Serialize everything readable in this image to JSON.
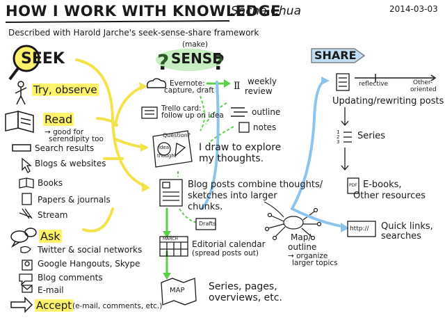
{
  "header": {
    "title": "HOW I WORK WITH KNOWLEDGE",
    "author": "Sacha Chua",
    "date": "2014-03-03",
    "subtitle": "Described with Harold Jarche's seek-sense-share framework"
  },
  "seek": {
    "heading": "SEEK",
    "try_observe": "Try, observe",
    "read": {
      "label": "Read",
      "note_1": "→ good for",
      "note_2": "serendipity too",
      "items": [
        "Search results",
        "Blogs & websites",
        "Books",
        "Papers & journals",
        "Stream"
      ]
    },
    "ask": {
      "label": "Ask",
      "items": [
        "Twitter & social networks",
        "Google Hangouts, Skype",
        "Blog comments",
        "E-mail"
      ]
    },
    "accept": {
      "label": "Accept",
      "note": "(e-mail, comments, etc.)"
    }
  },
  "sense": {
    "prefix": "(make)",
    "heading": "SENSE",
    "evernote_1": "Evernote:",
    "evernote_2": "capture, draft",
    "weekly_1": "weekly",
    "weekly_2": "review",
    "trello_1": "Trello card:",
    "trello_2": "follow up on idea",
    "outline": "outline",
    "notes": "notes",
    "question_1": "Question?",
    "question_2": "idea",
    "question_3": "thought",
    "draw_1": "I draw to explore",
    "draw_2": "my thoughts.",
    "blog_1": "Blog posts combine thoughts/",
    "blog_2": "sketches into larger",
    "blog_3": "chunks.",
    "drafts": "Drafts",
    "map_1": "Map/",
    "map_2": "outline",
    "map_3": "→ organize",
    "map_4": "larger topics",
    "editorial_1": "Editorial calendar",
    "editorial_2": "(spread posts out)",
    "calendar_label": "MARCH",
    "map_label": "MAP",
    "series_1": "Series, pages,",
    "series_2": "overviews, etc."
  },
  "share": {
    "heading": "SHARE",
    "reflective": "reflective",
    "other_1": "Other-",
    "other_2": "oriented",
    "updating": "Updating/rewriting posts",
    "series_nums": [
      "1",
      "2",
      "3"
    ],
    "series": "Series",
    "pdf": "PDF",
    "ebooks_1": "E-books,",
    "ebooks_2": "Other resources",
    "url": "http://",
    "quick_1": "Quick links,",
    "quick_2": "searches"
  },
  "colors": {
    "highlight": "#fff36b",
    "seek_arrow": "#f4e24a",
    "sense_arrow": "#5ccf4a",
    "share_arrow": "#8cc4ee",
    "ink": "#1a1a1a"
  }
}
